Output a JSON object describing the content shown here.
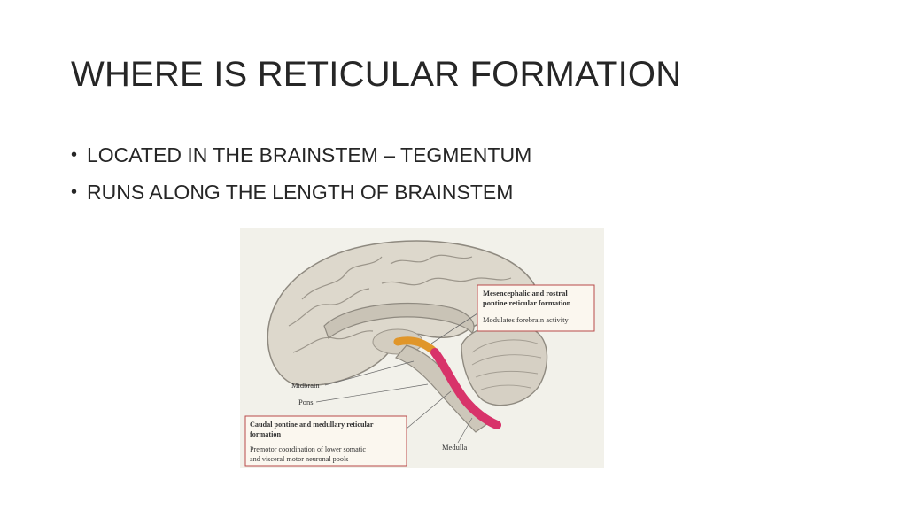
{
  "slide": {
    "title": "WHERE IS RETICULAR FORMATION",
    "bullets": [
      "LOCATED IN THE BRAINSTEM – TEGMENTUM",
      "RUNS ALONG THE LENGTH OF BRAINSTEM"
    ],
    "bullet_symbol": "•"
  },
  "figure": {
    "box_upper_title_1": "Mesencephalic and rostral",
    "box_upper_title_2": "pontine reticular formation",
    "box_upper_desc": "Modulates forebrain activity",
    "label_midbrain": "Midbrain",
    "label_pons": "Pons",
    "label_medulla": "Medulla",
    "box_lower_title_1": "Caudal pontine and medullary reticular",
    "box_lower_title_2": "formation",
    "box_lower_desc_1": "Premotor coordination of lower somatic",
    "box_lower_desc_2": "and visceral motor neuronal pools",
    "colors": {
      "rostral_rf": "#e0962a",
      "caudal_rf": "#d8336a",
      "label_box_fill": "#fbf7ef",
      "label_box_border": "#b84a4a",
      "brain_fill": "#ddd8cc"
    }
  }
}
